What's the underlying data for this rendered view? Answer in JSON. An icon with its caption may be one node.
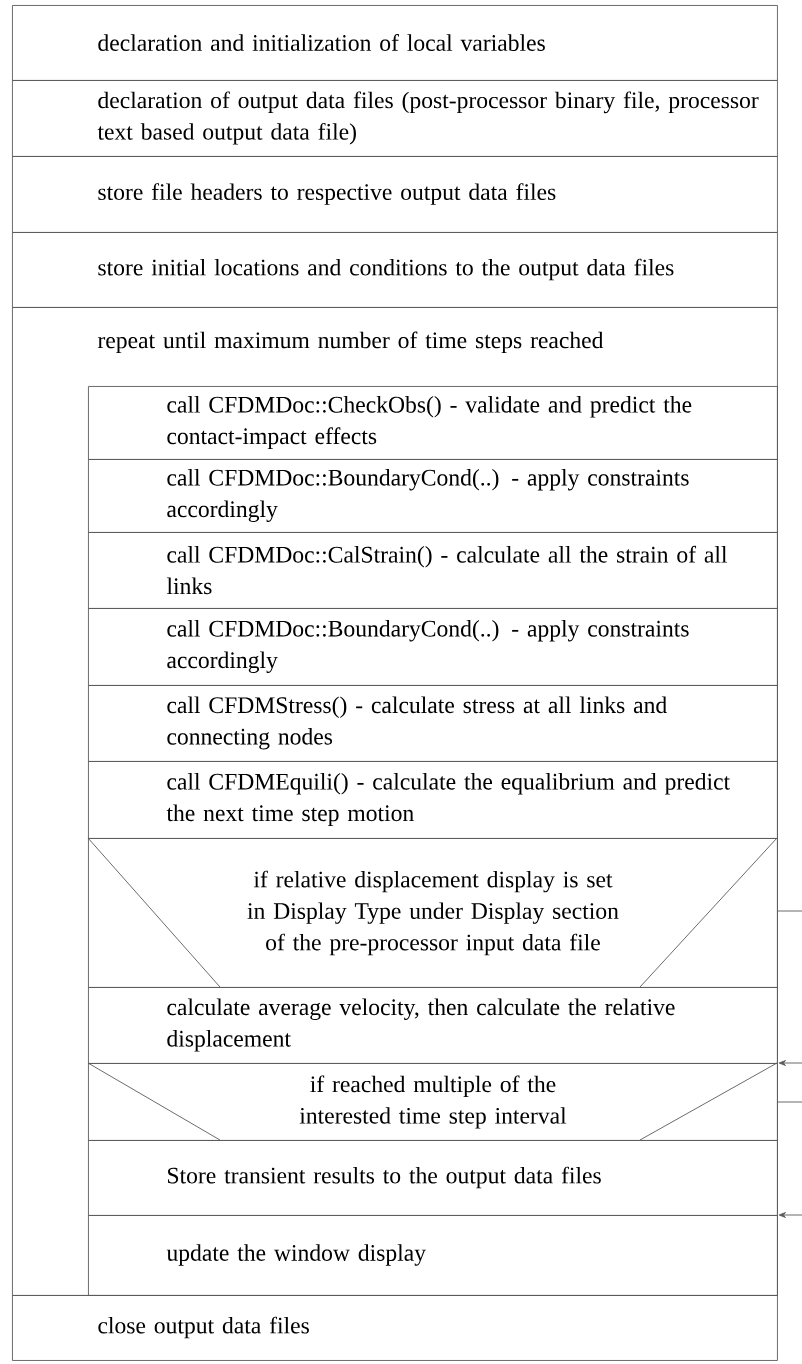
{
  "diagram": {
    "nodes": [
      {
        "text": [
          "declaration and initialization of local variables"
        ]
      },
      {
        "text": [
          "declaration of output data files (post-processor binary file, processor text based output data file)"
        ]
      },
      {
        "text": [
          "store file headers to respective output data files"
        ]
      },
      {
        "text": [
          "store initial locations and conditions to the output data files"
        ]
      },
      {
        "text": [
          "repeat until maximum number of time steps reached"
        ]
      },
      {
        "text": [
          "call CFDMDoc::CheckObs() - validate and predict the contact-impact effects"
        ],
        "in": 4
      },
      {
        "text": [
          "call CFDMDoc::BoundaryCond(..) - apply constraints accordingly"
        ],
        "in": 4
      },
      {
        "text": [
          "call CFDMDoc::CalStrain() - calculate all the strain of all links"
        ],
        "in": 4
      },
      {
        "text": [
          "call CFDMDoc::BoundaryCond(..) - apply constraints accordingly"
        ],
        "in": 4
      },
      {
        "text": [
          "call CFDMStress() - calculate stress at all links and connecting nodes"
        ],
        "in": 4
      },
      {
        "text": [
          "call CFDMEquili() - calculate the equalibrium and predict the next time step motion"
        ],
        "in": 4
      },
      {
        "text": [
          "if relative displacement display is set in Display Type under Display section of the pre-processor input data file"
        ],
        "in": 4
      },
      {
        "text": [
          "calculate average velocity, then calculate the relative displacement"
        ],
        "in": 4
      },
      {
        "text": [
          "if reached multiple of the interested time step interval"
        ],
        "in": 4
      },
      {
        "text": [
          "Store transient results to the output data files"
        ],
        "in": 4
      },
      {
        "text": [
          "update the window display"
        ],
        "in": 4
      },
      {
        "text": [
          "close output data files"
        ]
      }
    ],
    "edges": [
      {
        "from": null,
        "to": 13,
        "arrow": "to"
      },
      {
        "from": null,
        "to": 15,
        "arrow": "to"
      }
    ]
  }
}
